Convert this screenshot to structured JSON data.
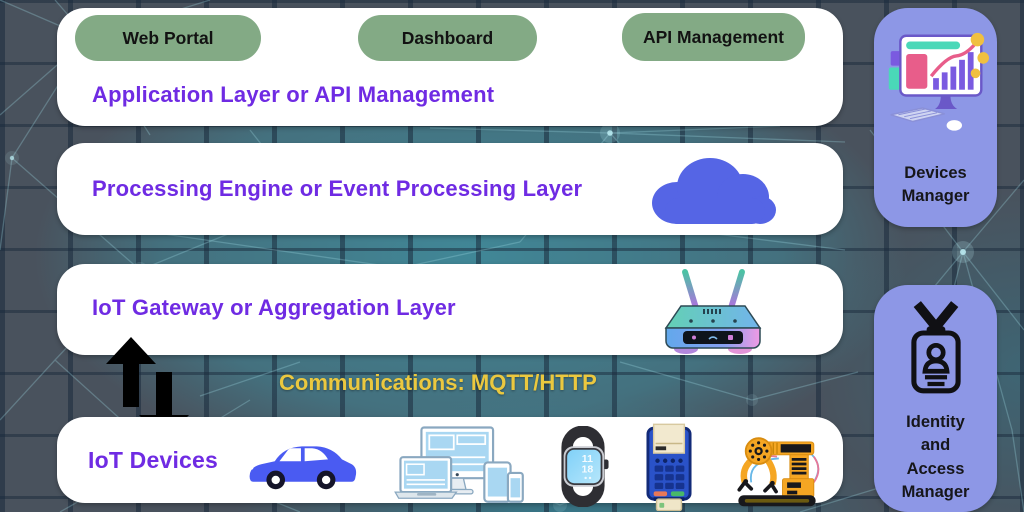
{
  "colors": {
    "accent_purple": "#6F2BE3",
    "accent_yellow": "#EBC83F",
    "button_green": "#83AA85",
    "panel_purple": "#8D97E6",
    "cloud_blue": "#5565E5",
    "background_slate": "#49525D",
    "background_teal": "#3E8A9A"
  },
  "layers": {
    "application": {
      "title": "Application Layer or API Management",
      "buttons": [
        {
          "label": "Web Portal"
        },
        {
          "label": "Dashboard"
        },
        {
          "label": "API Management"
        }
      ]
    },
    "processing": {
      "title": "Processing Engine or Event Processing Layer",
      "icon": "cloud-icon"
    },
    "gateway": {
      "title": "IoT Gateway or Aggregation Layer",
      "icon": "wifi-router-icon"
    },
    "communications": {
      "label": "Communications: MQTT/HTTP"
    },
    "devices": {
      "title": "IoT Devices",
      "icons": [
        "car-icon",
        "computer-devices-icon",
        "smartwatch-icon",
        "pos-terminal-icon",
        "robot-arm-icon"
      ],
      "smartwatch_display": [
        "11",
        "18"
      ]
    }
  },
  "sidebar": {
    "devices_manager": {
      "icon": "monitor-analytics-icon",
      "lines": [
        "Devices",
        "Manager"
      ]
    },
    "identity_access_manager": {
      "icon": "id-badge-icon",
      "lines": [
        "Identity",
        "and",
        "Access",
        "Manager"
      ]
    }
  }
}
